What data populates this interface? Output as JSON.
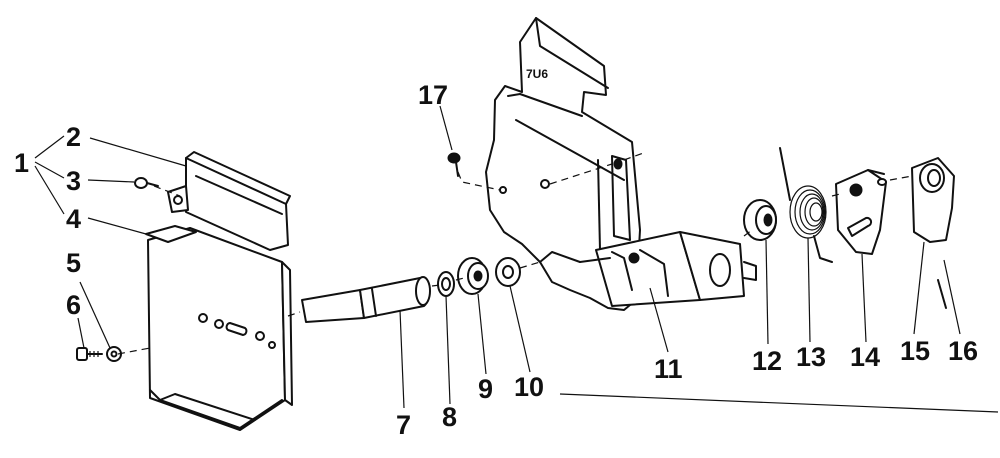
{
  "callouts": {
    "c1": "1",
    "c2": "2",
    "c3": "3",
    "c4": "4",
    "c5": "5",
    "c6": "6",
    "c7": "7",
    "c8": "8",
    "c9": "9",
    "c10": "10",
    "c11": "11",
    "c12": "12",
    "c13": "13",
    "c14": "14",
    "c15": "15",
    "c16": "16",
    "c17": "17"
  },
  "bracket_stamp": "7U6"
}
